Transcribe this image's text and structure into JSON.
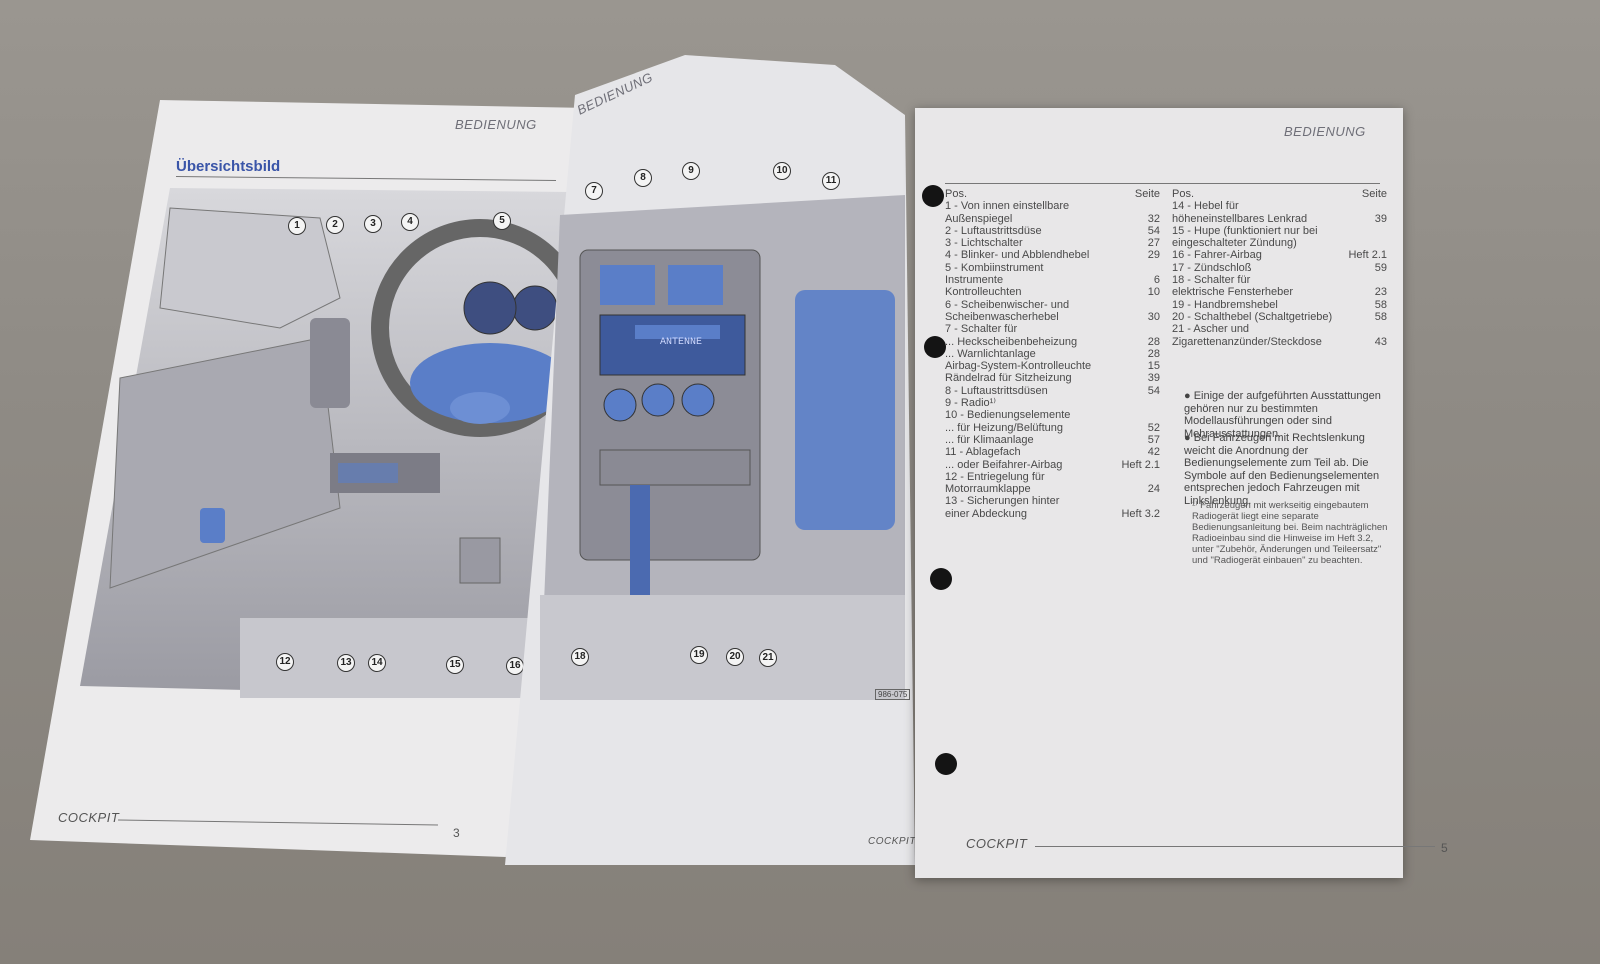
{
  "left_page": {
    "header": "BEDIENUNG",
    "title": "Übersichtsbild",
    "footer": "COCKPIT",
    "page_number": "3",
    "callouts": [
      "1",
      "2",
      "3",
      "4",
      "5",
      "12",
      "13",
      "14",
      "15",
      "16"
    ]
  },
  "middle_page": {
    "header": "BEDIENUNG",
    "footer": "COCKPIT",
    "callouts": [
      "7",
      "8",
      "9",
      "10",
      "11",
      "18",
      "19",
      "20",
      "21"
    ],
    "radio_display": "ANTENNE",
    "figure_code": "986-075"
  },
  "right_page": {
    "header": "BEDIENUNG",
    "footer": "COCKPIT",
    "page_number": "5",
    "col_head_pos": "Pos.",
    "col_head_page": "Seite",
    "items_left": [
      {
        "text": "1 - Von innen einstellbare",
        "page": ""
      },
      {
        "text": "Außenspiegel",
        "page": "32"
      },
      {
        "text": "2 - Luftaustrittsdüse",
        "page": "54"
      },
      {
        "text": "3 - Lichtschalter",
        "page": "27"
      },
      {
        "text": "4 - Blinker- und Abblendhebel",
        "page": "29"
      },
      {
        "text": "5 - Kombiinstrument",
        "page": ""
      },
      {
        "text": "Instrumente",
        "page": "6"
      },
      {
        "text": "Kontrolleuchten",
        "page": "10"
      },
      {
        "text": "6 - Scheibenwischer- und",
        "page": ""
      },
      {
        "text": "Scheibenwascherhebel",
        "page": "30"
      },
      {
        "text": "7 - Schalter für",
        "page": ""
      },
      {
        "text": "... Heckscheibenbeheizung",
        "page": "28"
      },
      {
        "text": "... Warnlichtanlage",
        "page": "28"
      },
      {
        "text": "Airbag-System-Kontrolleuchte",
        "page": "15"
      },
      {
        "text": "Rändelrad für Sitzheizung",
        "page": "39"
      },
      {
        "text": "8 - Luftaustrittsdüsen",
        "page": "54"
      },
      {
        "text": "9 - Radio¹⁾",
        "page": ""
      },
      {
        "text": "10 - Bedienungselemente",
        "page": ""
      },
      {
        "text": "... für Heizung/Belüftung",
        "page": "52"
      },
      {
        "text": "... für Klimaanlage",
        "page": "57"
      },
      {
        "text": "11 - Ablagefach",
        "page": "42"
      },
      {
        "text": "... oder Beifahrer-Airbag",
        "page": "Heft 2.1"
      },
      {
        "text": "12 - Entriegelung für",
        "page": ""
      },
      {
        "text": "Motorraumklappe",
        "page": "24"
      },
      {
        "text": "13 - Sicherungen hinter",
        "page": ""
      },
      {
        "text": "einer Abdeckung",
        "page": "Heft 3.2"
      }
    ],
    "items_right": [
      {
        "text": "14 - Hebel für",
        "page": ""
      },
      {
        "text": "höheneinstellbares Lenkrad",
        "page": "39"
      },
      {
        "text": "15 - Hupe (funktioniert nur bei",
        "page": ""
      },
      {
        "text": "eingeschalteter Zündung)",
        "page": ""
      },
      {
        "text": "16 - Fahrer-Airbag",
        "page": "Heft 2.1"
      },
      {
        "text": "17 - Zündschloß",
        "page": "59"
      },
      {
        "text": "18 - Schalter für",
        "page": ""
      },
      {
        "text": "elektrische Fensterheber",
        "page": "23"
      },
      {
        "text": "19 - Handbremshebel",
        "page": "58"
      },
      {
        "text": "20 - Schalthebel (Schaltgetriebe)",
        "page": "58"
      },
      {
        "text": "21 - Ascher und",
        "page": ""
      },
      {
        "text": "Zigarettenanzünder/Steckdose",
        "page": "43"
      }
    ],
    "note1": "Einige der aufgeführten Ausstattungen gehören nur zu bestimmten Modellausführungen oder sind Mehrausstattungen.",
    "note2": "Bei Fahrzeugen mit Rechtslenkung weicht die Anordnung der Bedienungselemente zum Teil ab. Die Symbole auf den Bedienungselementen entsprechen jedoch Fahrzeugen mit Linkslenkung.",
    "footnote": "¹⁾ Fahrzeugen mit werkseitig eingebautem Radiogerät liegt eine separate Bedienungsanleitung bei. Beim nachträglichen Radioeinbau sind die Hinweise im Heft 3.2, unter \"Zubehör, Änderungen und Teileersatz\" und \"Radiogerät einbauen\" zu beachten."
  },
  "colors": {
    "accent_blue": "#5a7ec8",
    "title_blue": "#3a55a8",
    "page": "#ecebec",
    "table": "#8f8b85"
  }
}
